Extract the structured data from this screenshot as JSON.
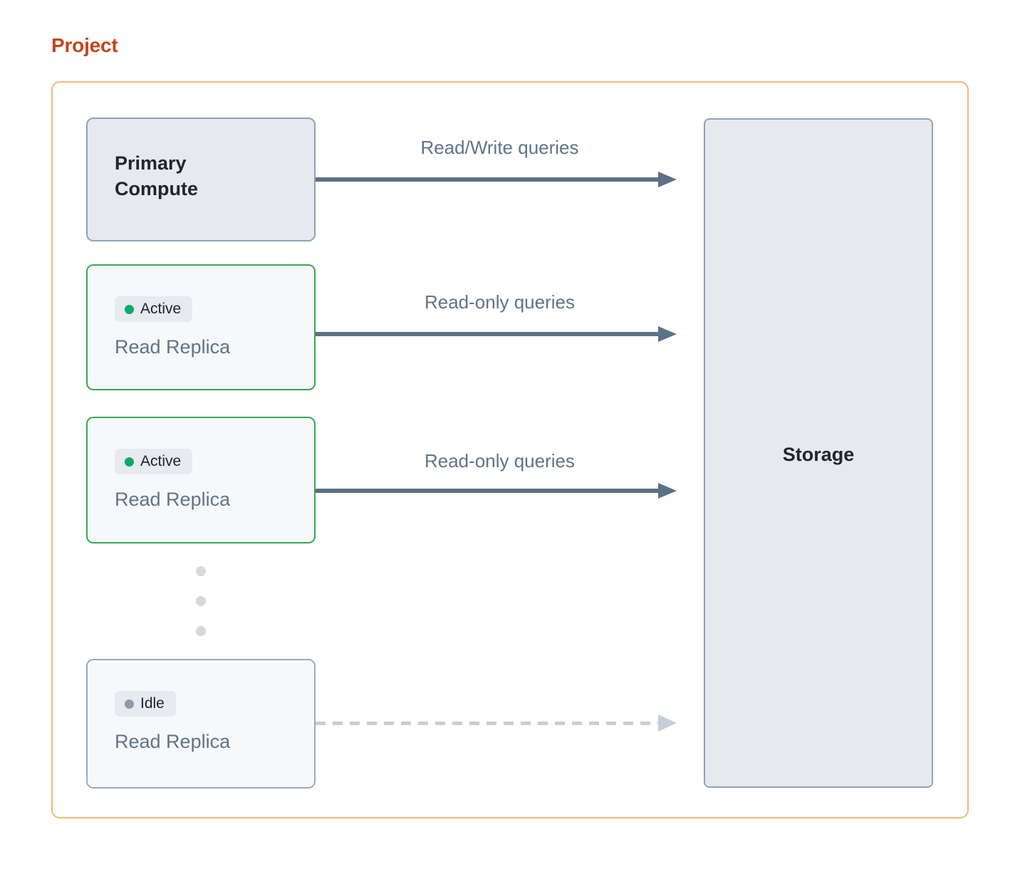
{
  "title": "Project",
  "colors": {
    "title": "#c1471c",
    "container_border": "#f0b878",
    "node_fill": "#e6e9ee",
    "node_border": "#90a3b6",
    "replica_fill": "#f7f8f9",
    "active_border": "#35a853",
    "idle_border": "#9aabbd",
    "arrow": "#5b7185",
    "arrow_idle": "#c4cfda",
    "label_text": "#5f7487",
    "status_green": "#0ea968",
    "status_gray": "#8b9cae",
    "ellipsis": "#d7d8d9"
  },
  "nodes": {
    "primary": {
      "label": "Primary\nCompute",
      "line1": "Primary",
      "line2": "Compute"
    },
    "storage": {
      "label": "Storage"
    },
    "replicas": [
      {
        "status": "Active",
        "status_kind": "green",
        "label": "Read Replica"
      },
      {
        "status": "Active",
        "status_kind": "green",
        "label": "Read Replica"
      },
      {
        "status": "Idle",
        "status_kind": "gray",
        "label": "Read Replica"
      }
    ]
  },
  "arrows": [
    {
      "label": "Read/Write queries",
      "style": "solid"
    },
    {
      "label": "Read-only queries",
      "style": "solid"
    },
    {
      "label": "Read-only queries",
      "style": "solid"
    },
    {
      "label": "",
      "style": "dashed"
    }
  ],
  "ellipsis": {
    "dots": 3
  }
}
